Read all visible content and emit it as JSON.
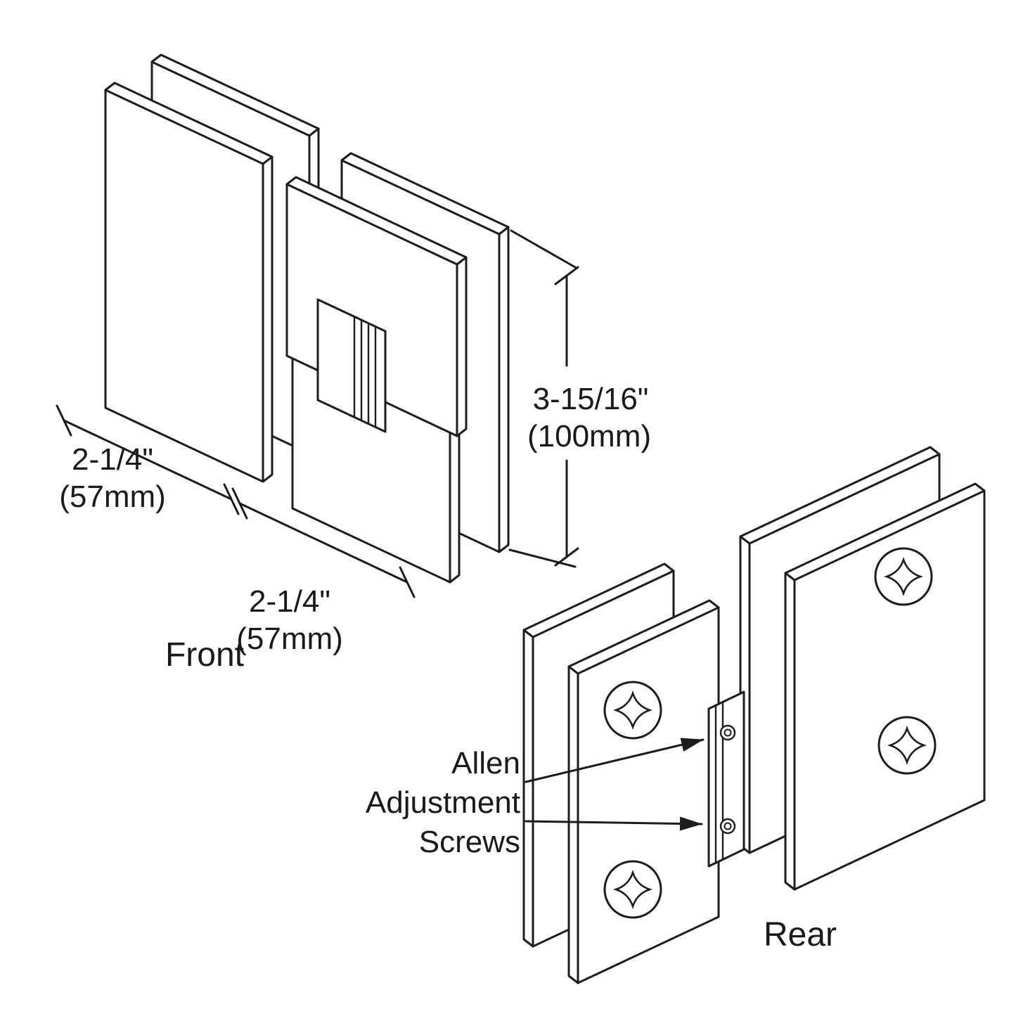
{
  "front_view": {
    "caption": "Front",
    "dims": {
      "left_width_in": "2-1/4\"",
      "left_width_mm": "(57mm)",
      "center_width_in": "2-1/4\"",
      "center_width_mm": "(57mm)",
      "height_in": "3-15/16\"",
      "height_mm": "(100mm)"
    }
  },
  "rear_view": {
    "caption": "Rear",
    "callout": {
      "line1": "Allen",
      "line2": "Adjustment",
      "line3": "Screws"
    }
  },
  "icons": {
    "phillips_screw": "phillips-screw-icon",
    "allen_screw": "allen-screw-icon",
    "arrow": "callout-arrow"
  },
  "colors": {
    "line": "#1c1c1c",
    "text": "#1a1a1a",
    "background": "#ffffff"
  }
}
